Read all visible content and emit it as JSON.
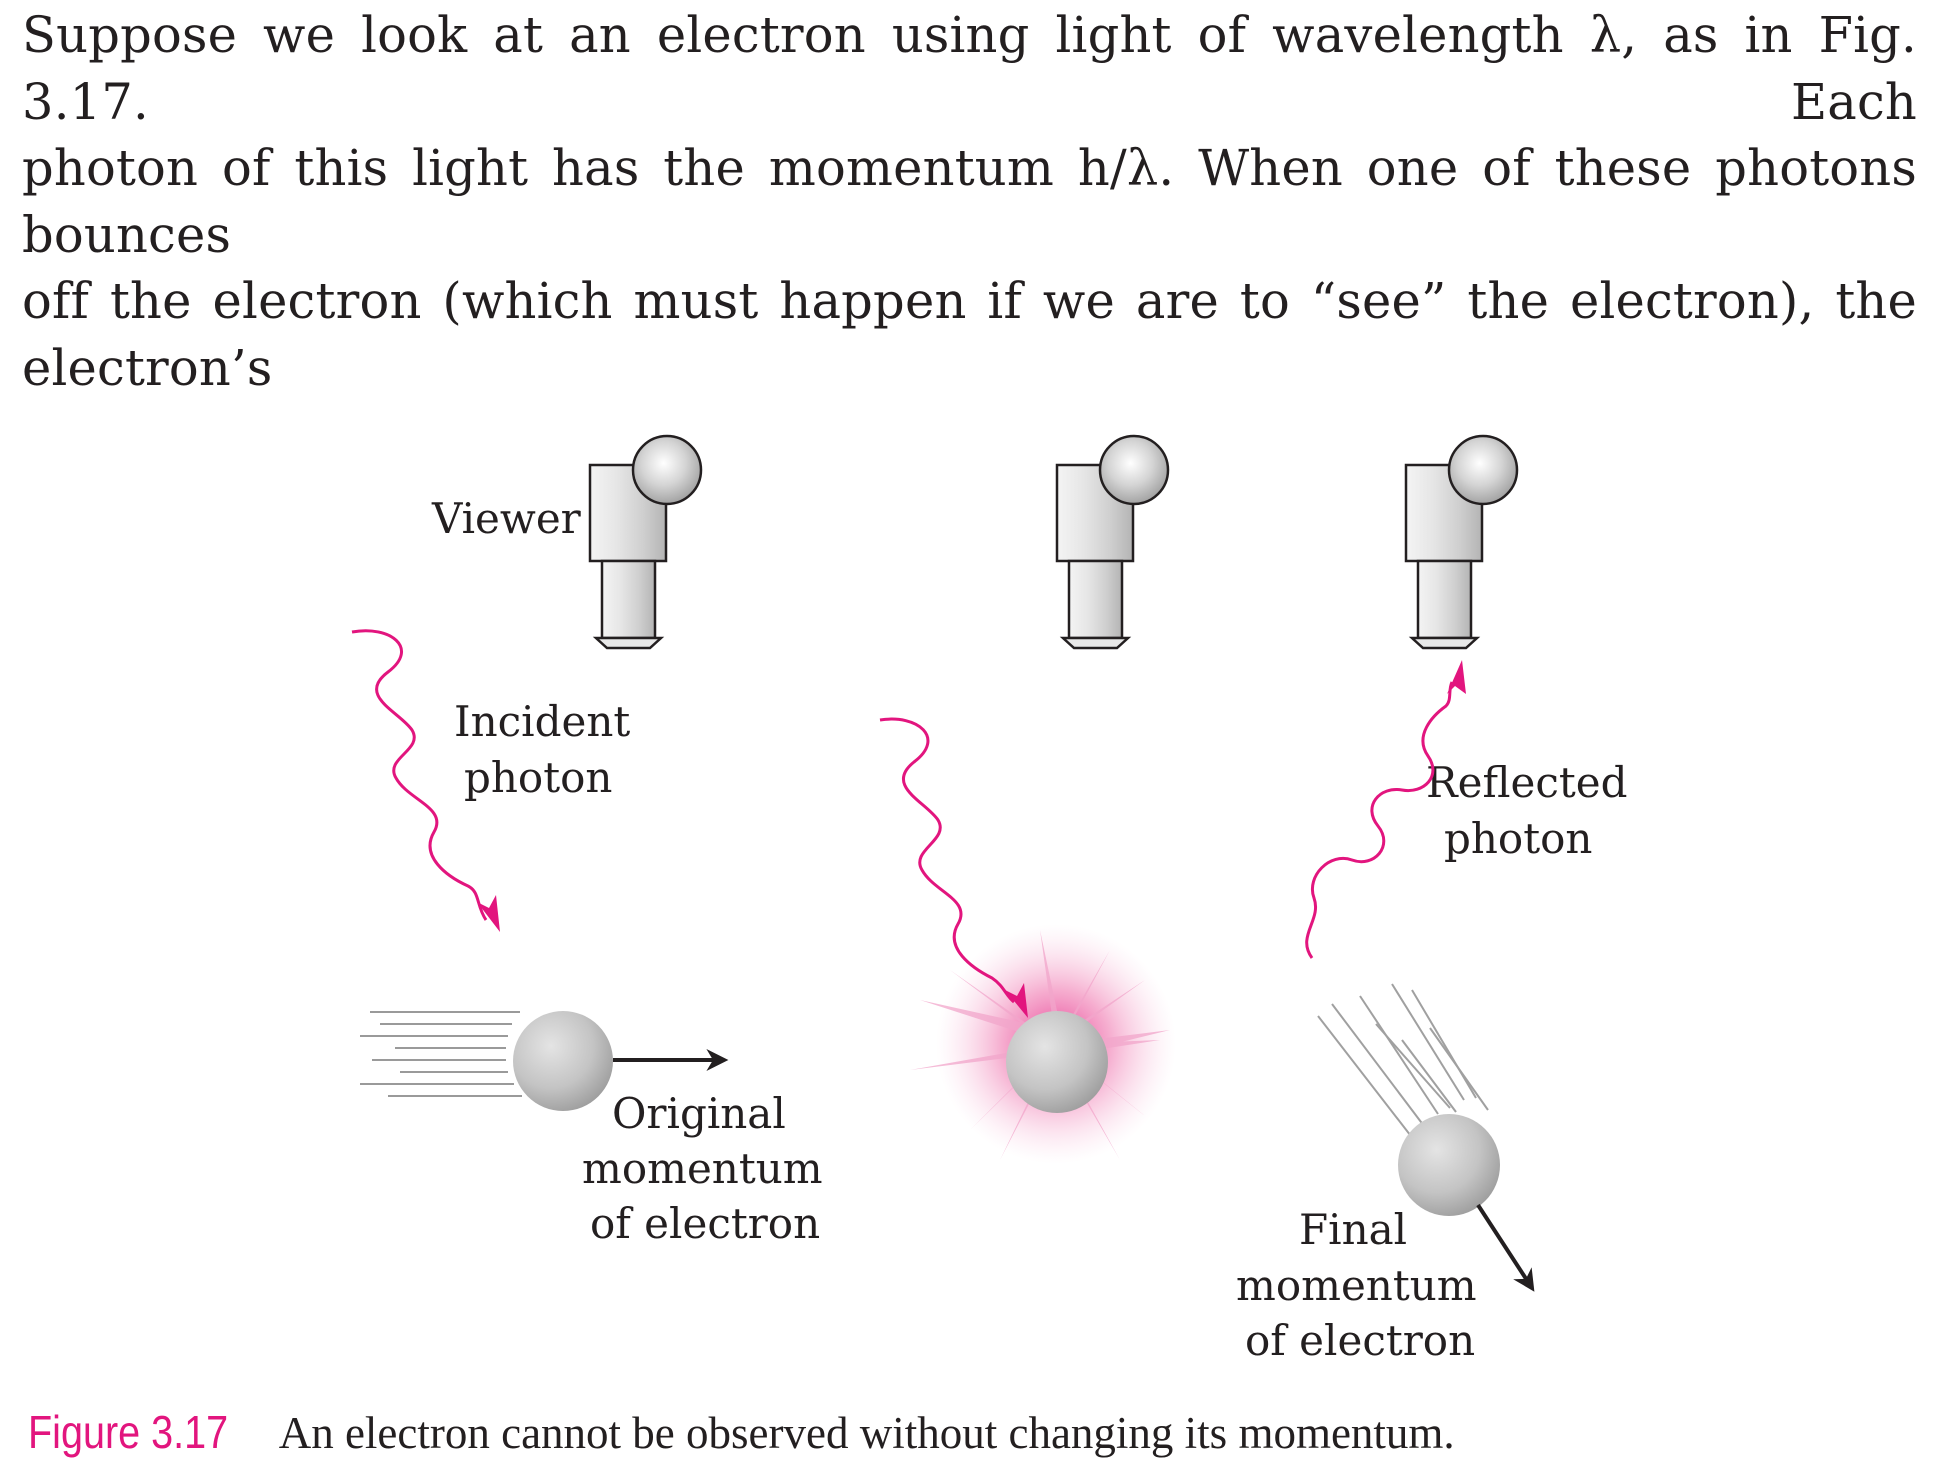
{
  "paragraph": {
    "line1": "Suppose we look at an electron using light of wavelength λ, as in Fig. 3.17. Each",
    "line2": "photon of this light has the momentum h/λ. When one of these photons bounces",
    "line3": "off the electron (which must happen if we are to “see” the electron), the electron’s"
  },
  "figure": {
    "viewer_label": "Viewer",
    "incident_label_1": "Incident",
    "incident_label_2": "photon",
    "original_label_1": "Original",
    "original_label_2": "momentum",
    "original_label_3": "of electron",
    "reflected_label_1": "Reflected",
    "reflected_label_2": "photon",
    "final_label_1": "Final",
    "final_label_2": "momentum",
    "final_label_3": "of electron"
  },
  "caption": {
    "number": "Figure 3.17",
    "text": "An electron cannot be observed without changing its momentum."
  },
  "colors": {
    "photon": "#e2157e",
    "caption_number": "#e2157e",
    "text": "#231f20"
  }
}
